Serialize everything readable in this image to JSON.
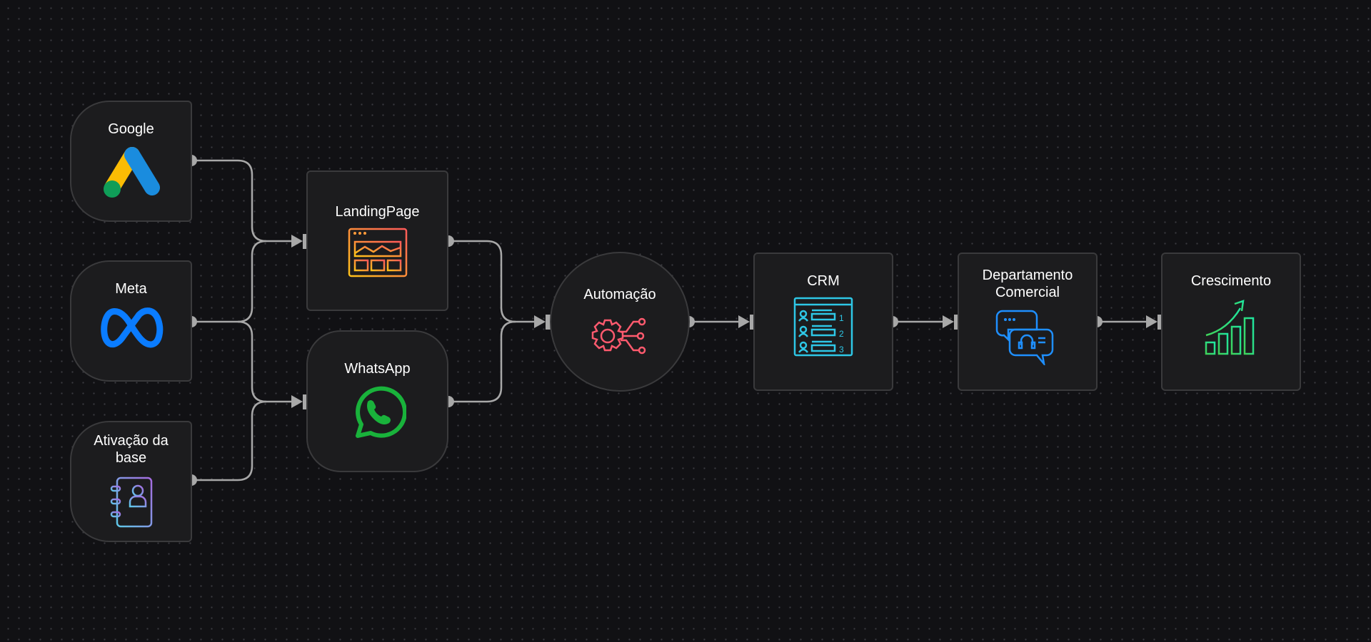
{
  "nodes": {
    "google": {
      "label": "Google",
      "icon": "google-ads-icon"
    },
    "meta": {
      "label": "Meta",
      "icon": "meta-icon"
    },
    "ativacao": {
      "label": "Ativação da base",
      "icon": "contact-book-icon"
    },
    "landing": {
      "label": "LandingPage",
      "icon": "webpage-icon"
    },
    "whatsapp": {
      "label": "WhatsApp",
      "icon": "whatsapp-icon"
    },
    "automacao": {
      "label": "Automação",
      "icon": "gear-network-icon"
    },
    "crm": {
      "label": "CRM",
      "icon": "crm-list-icon"
    },
    "departamento": {
      "label": "Departamento Comercial",
      "icon": "support-chat-icon"
    },
    "crescimento": {
      "label": "Crescimento",
      "icon": "growth-chart-icon"
    }
  },
  "colors": {
    "bg": "#111114",
    "node": "#1c1c1e",
    "wire": "#a8a8a8"
  }
}
